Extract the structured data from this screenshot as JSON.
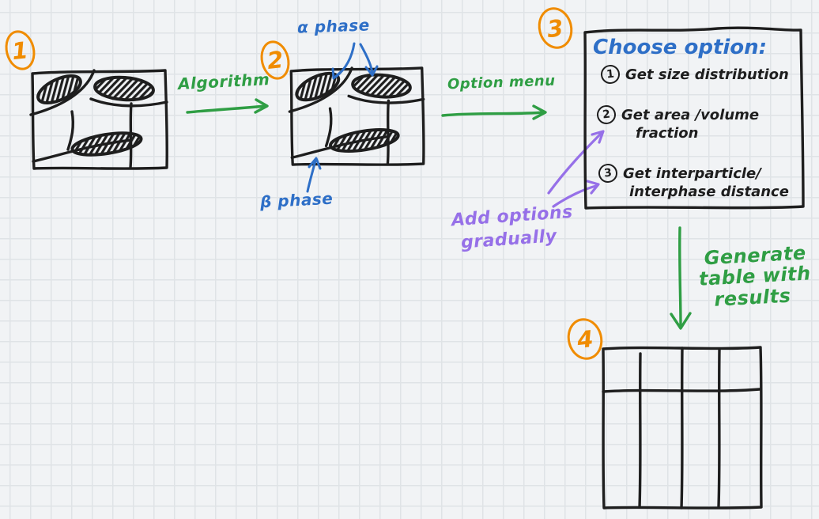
{
  "colors": {
    "background": "#f1f3f5",
    "grid_line": "#dfe3e6",
    "ink_black": "#1e1e1e",
    "accent_orange": "#f08c00",
    "accent_green": "#2f9e44",
    "accent_blue": "#2e6fc7",
    "accent_purple": "#9670e8"
  },
  "badges": [
    {
      "label": "1"
    },
    {
      "label": "2"
    },
    {
      "label": "3"
    },
    {
      "label": "4"
    }
  ],
  "labels": {
    "algorithm": "Algorithm",
    "option_menu": "Option menu",
    "alpha_phase": "α phase",
    "beta_phase": "β phase",
    "add_options": [
      "Add options",
      "gradually"
    ],
    "generate_table": [
      "Generate",
      "table with",
      "results"
    ]
  },
  "option_box": {
    "title": "Choose option:",
    "options": [
      {
        "number": "1",
        "lines": [
          "Get size distribution",
          ""
        ]
      },
      {
        "number": "2",
        "lines": [
          "Get area /volume",
          "fraction"
        ]
      },
      {
        "number": "3",
        "lines": [
          "Get interparticle/",
          "interphase distance"
        ]
      }
    ]
  },
  "sketches": {
    "microstructure_1": "hand-drawn micrograph with grain boundaries and 3 hatched alpha particles",
    "microstructure_2": "same micrograph after algorithm, phases annotated",
    "results_table": "empty 4-column table with header row"
  }
}
